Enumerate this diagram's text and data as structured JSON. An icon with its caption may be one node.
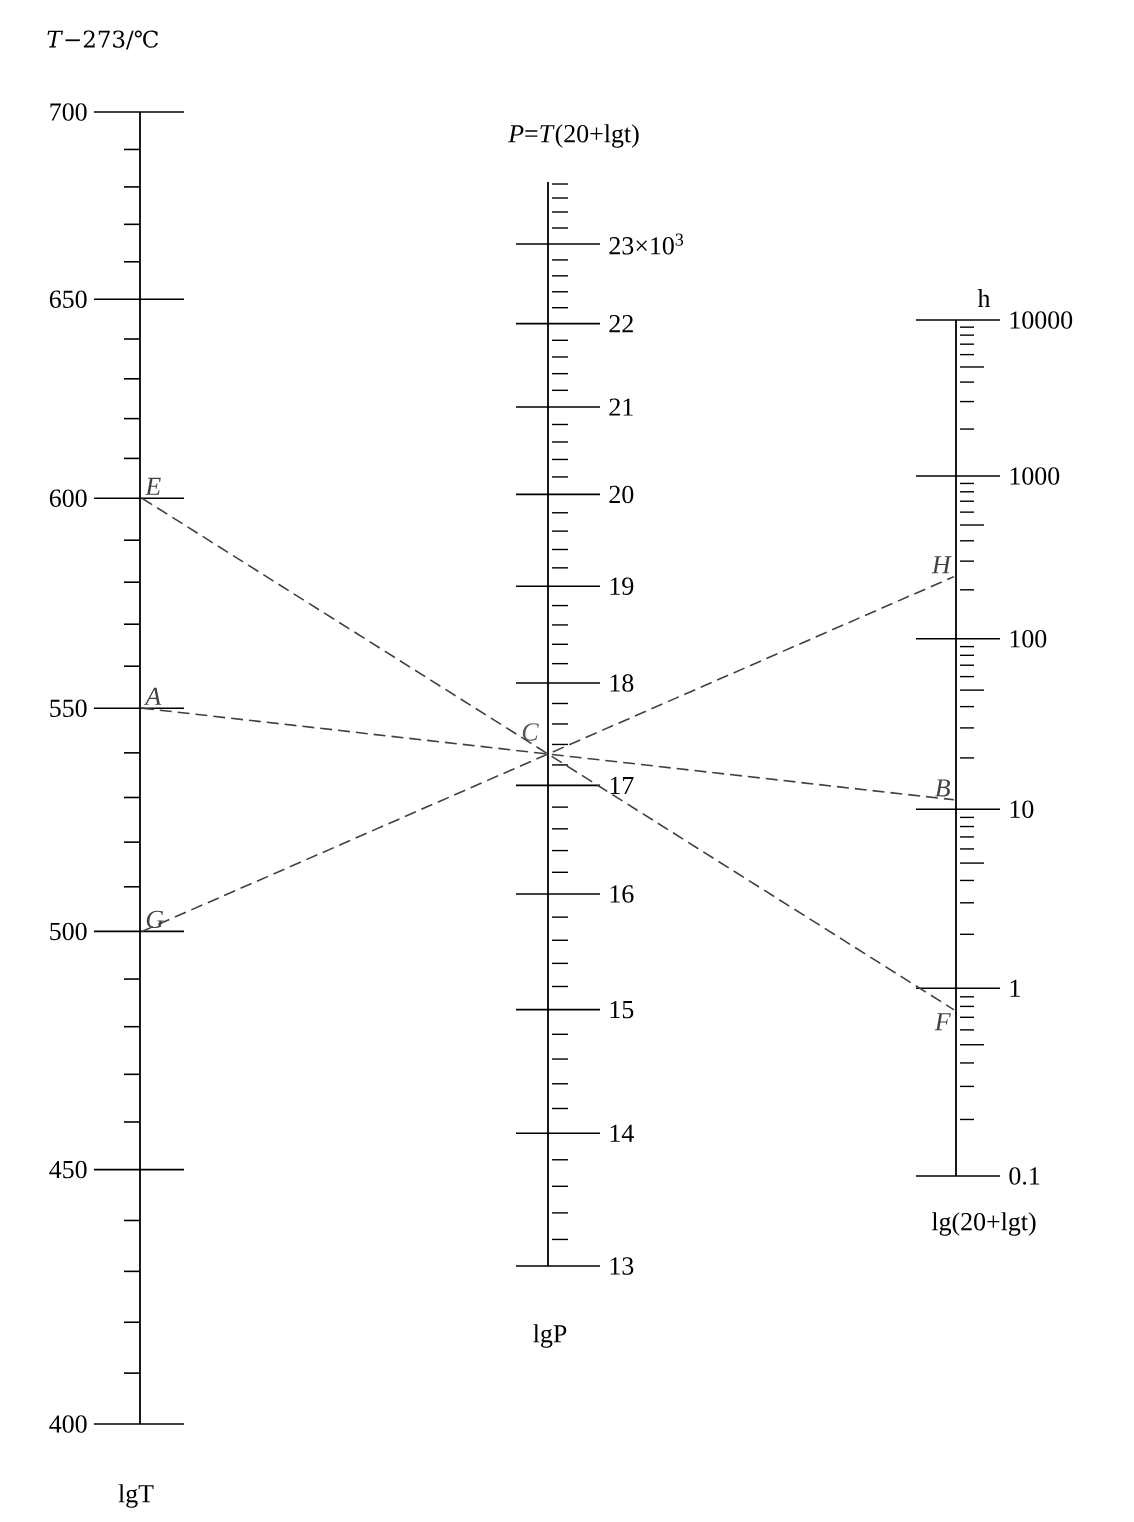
{
  "diagram": {
    "nodes": [
      {
        "text": [
          "E"
        ]
      },
      {
        "text": [
          "A"
        ]
      },
      {
        "text": [
          "G"
        ]
      },
      {
        "text": [
          "H"
        ]
      },
      {
        "text": [
          "B"
        ]
      },
      {
        "text": [
          "F"
        ]
      }
    ],
    "edges": [
      {
        "from": 0,
        "to": 5,
        "arrow": "none",
        "style": "dashed"
      },
      {
        "from": 1,
        "to": 4,
        "arrow": "none",
        "style": "dashed"
      },
      {
        "from": 2,
        "to": 3,
        "arrow": "none",
        "style": "dashed"
      }
    ],
    "labels": [
      "*T*−273/℃",
      "*P*=*T*(20+lgt)",
      "h",
      "700",
      "650",
      "600",
      "550",
      "500",
      "450",
      "400",
      "23×10$^{3}$",
      "22",
      "21",
      "20",
      "19",
      "18",
      "17",
      "16",
      "15",
      "14",
      "13",
      "10000",
      "1000",
      "100",
      "10",
      "1",
      "0.1",
      "C",
      "lgP",
      "lg(20+lgt)",
      "lgT"
    ]
  }
}
